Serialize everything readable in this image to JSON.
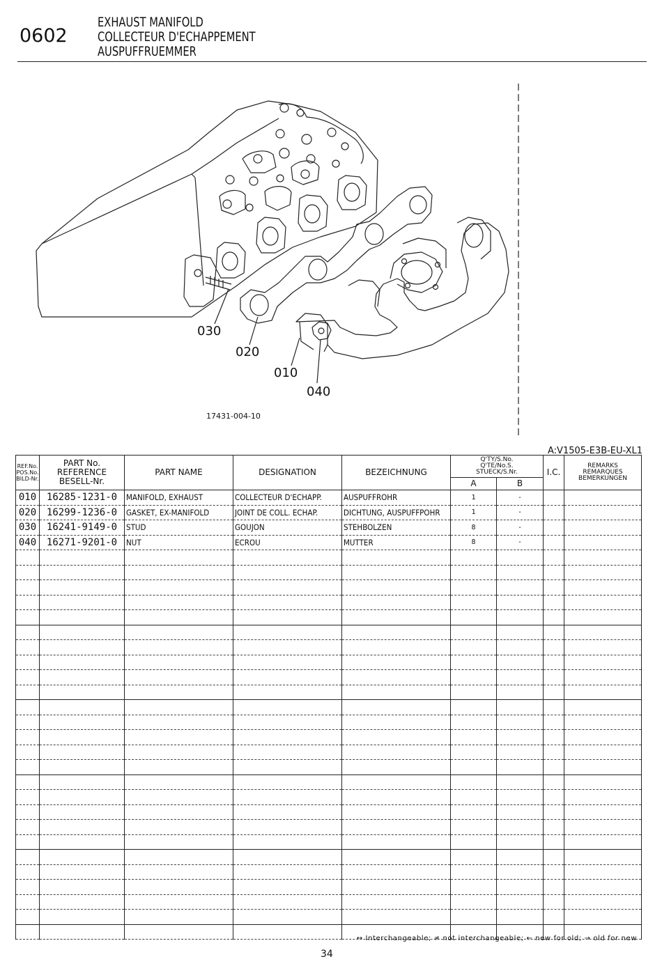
{
  "header": {
    "code": "0602",
    "title_en": "EXHAUST MANIFOLD",
    "title_fr": "COLLECTEUR D'ECHAPPEMENT",
    "title_de": "AUSPUFFRUEMMER"
  },
  "illustration": {
    "callouts": [
      "030",
      "020",
      "010",
      "040"
    ],
    "figure_id": "17431-004-10"
  },
  "model": "A:V1505-E3B-EU-XL1",
  "table": {
    "headers": {
      "ref": [
        "REF.No.",
        "POS.No.",
        "BILD-Nr."
      ],
      "part_no": [
        "PART No.",
        "REFERENCE",
        "BESELL-Nr."
      ],
      "part_name": "PART NAME",
      "designation": "DESIGNATION",
      "bezeichnung": "BEZEICHNUNG",
      "qty": [
        "Q'TY/S.No.",
        "Q'TE/No.S.",
        "STUECK/S.Nr."
      ],
      "qty_a": "A",
      "qty_b": "B",
      "ic": "I.C.",
      "remarks": [
        "REMARKS",
        "REMARQUES",
        "BEMERKUNGEN"
      ]
    },
    "rows": [
      {
        "ref": "010",
        "part_no": "16285-1231-0",
        "name": "MANIFOLD, EXHAUST",
        "designation": "COLLECTEUR D'ECHAPP.",
        "bezeichnung": "AUSPUFFROHR",
        "a": "1",
        "b": "-"
      },
      {
        "ref": "020",
        "part_no": "16299-1236-0",
        "name": "GASKET, EX-MANIFOLD",
        "designation": "JOINT DE COLL. ECHAP.",
        "bezeichnung": "DICHTUNG, AUSPUFFPOHR",
        "a": "1",
        "b": "-"
      },
      {
        "ref": "030",
        "part_no": "16241-9149-0",
        "name": "STUD",
        "designation": "GOUJON",
        "bezeichnung": "STEHBOLZEN",
        "a": "8",
        "b": "-"
      },
      {
        "ref": "040",
        "part_no": "16271-9201-0",
        "name": "NUT",
        "designation": "ECROU",
        "bezeichnung": "MUTTER",
        "a": "8",
        "b": "-"
      }
    ]
  },
  "legend": "↔ Interchangeable; ≠ not interchangeable; ← new for old; → old for new",
  "page_number": "34"
}
